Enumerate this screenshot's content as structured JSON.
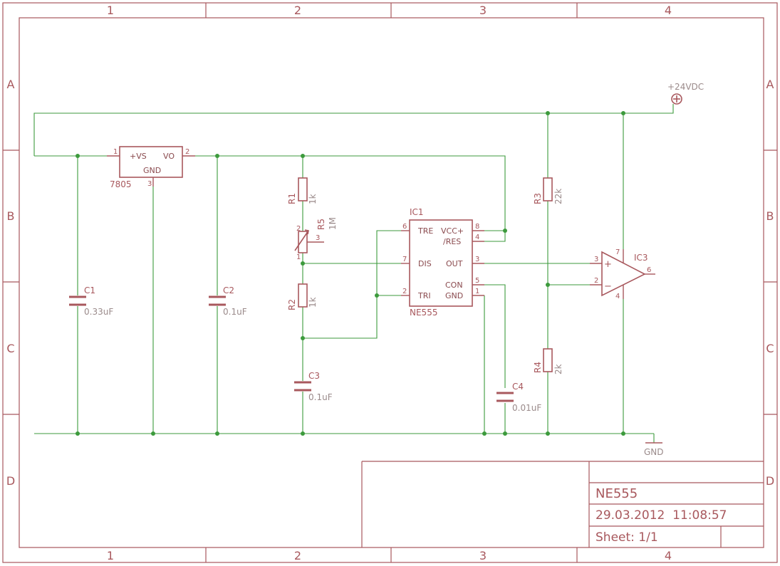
{
  "frame": {
    "columns": [
      "1",
      "2",
      "3",
      "4"
    ],
    "rows": [
      "A",
      "B",
      "C",
      "D"
    ]
  },
  "title_block": {
    "title": "NE555",
    "datetime": "29.03.2012  11:08:57",
    "sheet": "Sheet: 1/1"
  },
  "power": {
    "supply_label": "+24VDC",
    "ground_label": "GND"
  },
  "regulator": {
    "name": "7805",
    "pin_vs": "+VS",
    "pin_vo": "VO",
    "pin_gnd": "GND",
    "pin1": "1",
    "pin2": "2",
    "pin3": "3"
  },
  "capacitors": {
    "c1": {
      "name": "C1",
      "value": "0.33uF"
    },
    "c2": {
      "name": "C2",
      "value": "0.1uF"
    },
    "c3": {
      "name": "C3",
      "value": "0.1uF"
    },
    "c4": {
      "name": "C4",
      "value": "0.01uF"
    }
  },
  "resistors": {
    "r1": {
      "name": "R1",
      "value": "1k"
    },
    "r2": {
      "name": "R2",
      "value": "1k"
    },
    "r3": {
      "name": "R3",
      "value": "22k"
    },
    "r4": {
      "name": "R4",
      "value": "2k"
    },
    "r5": {
      "name": "R5",
      "value": "1M",
      "pin1": "1",
      "pin2": "2",
      "pin3": "3"
    }
  },
  "timer": {
    "name": "IC1",
    "part": "NE555",
    "pins": {
      "tre": "TRE",
      "vcc": "VCC+",
      "res": "/RES",
      "dis": "DIS",
      "out": "OUT",
      "tri": "TRI",
      "con": "CON",
      "gnd": "GND",
      "n6": "6",
      "n8": "8",
      "n4": "4",
      "n7": "7",
      "n3": "3",
      "n2": "2",
      "n5": "5",
      "n1": "1"
    }
  },
  "opamp": {
    "name": "IC3",
    "plus": "+",
    "minus": "−",
    "pin3": "3",
    "pin2": "2",
    "pin6": "6",
    "pin7": "7",
    "pin4": "4"
  }
}
